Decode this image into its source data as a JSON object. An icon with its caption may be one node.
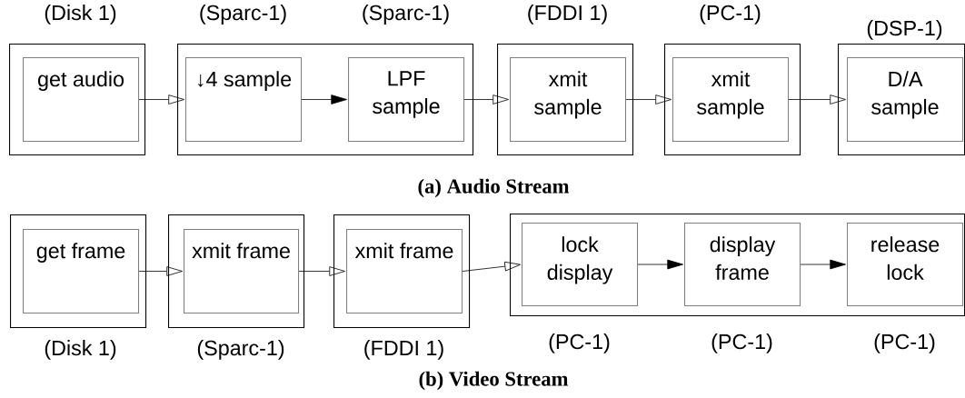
{
  "diagram": {
    "nodes": [
      {
        "text": [],
        "shape": "box"
      },
      {
        "text": [
          "get audio"
        ],
        "in": 0,
        "beside": [
          "(Disk 1)"
        ]
      },
      {
        "text": [],
        "shape": "box"
      },
      {
        "text": [
          "↓4 sample"
        ],
        "in": 2,
        "beside": [
          "(Sparc-1)"
        ]
      },
      {
        "text": [
          "LPF sample"
        ],
        "in": 2,
        "beside": [
          "(Sparc-1)"
        ]
      },
      {
        "text": [],
        "shape": "box"
      },
      {
        "text": [
          "xmit sample"
        ],
        "in": 5,
        "beside": [
          "(FDDI 1)"
        ]
      },
      {
        "text": [],
        "shape": "box"
      },
      {
        "text": [
          "xmit sample"
        ],
        "in": 7,
        "beside": [
          "(PC-1)"
        ]
      },
      {
        "text": [],
        "shape": "box"
      },
      {
        "text": [
          "D/A sample"
        ],
        "in": 9,
        "beside": [
          "(DSP-1)"
        ]
      },
      {
        "text": [],
        "shape": "box"
      },
      {
        "text": [
          "get frame"
        ],
        "in": 11,
        "beside": [
          "(Disk 1)"
        ]
      },
      {
        "text": [],
        "shape": "box"
      },
      {
        "text": [
          "xmit frame"
        ],
        "in": 13,
        "beside": [
          "(Sparc-1)"
        ]
      },
      {
        "text": [],
        "shape": "box"
      },
      {
        "text": [
          "xmit frame"
        ],
        "in": 15,
        "beside": [
          "(FDDI 1)"
        ]
      },
      {
        "text": [],
        "shape": "box"
      },
      {
        "text": [
          "lock display"
        ],
        "in": 17,
        "beside": [
          "(PC-1)"
        ]
      },
      {
        "text": [
          "display frame"
        ],
        "in": 17,
        "beside": [
          "(PC-1)"
        ]
      },
      {
        "text": [
          "release lock"
        ],
        "in": 17,
        "beside": [
          "(PC-1)"
        ]
      }
    ],
    "edges": [
      {
        "from": 1,
        "to": 3,
        "arrow": "to"
      },
      {
        "from": 3,
        "to": 4,
        "arrow": "to"
      },
      {
        "from": 4,
        "to": 6,
        "arrow": "to"
      },
      {
        "from": 6,
        "to": 8,
        "arrow": "to"
      },
      {
        "from": 8,
        "to": 10,
        "arrow": "to"
      },
      {
        "from": 12,
        "to": 14,
        "arrow": "to"
      },
      {
        "from": 14,
        "to": 16,
        "arrow": "to"
      },
      {
        "from": 16,
        "to": 18,
        "arrow": "to"
      },
      {
        "from": 18,
        "to": 19,
        "arrow": "to"
      },
      {
        "from": 19,
        "to": 20,
        "arrow": "to"
      }
    ],
    "labels": [
      "(a) Audio Stream",
      "(b) Video Stream"
    ]
  }
}
